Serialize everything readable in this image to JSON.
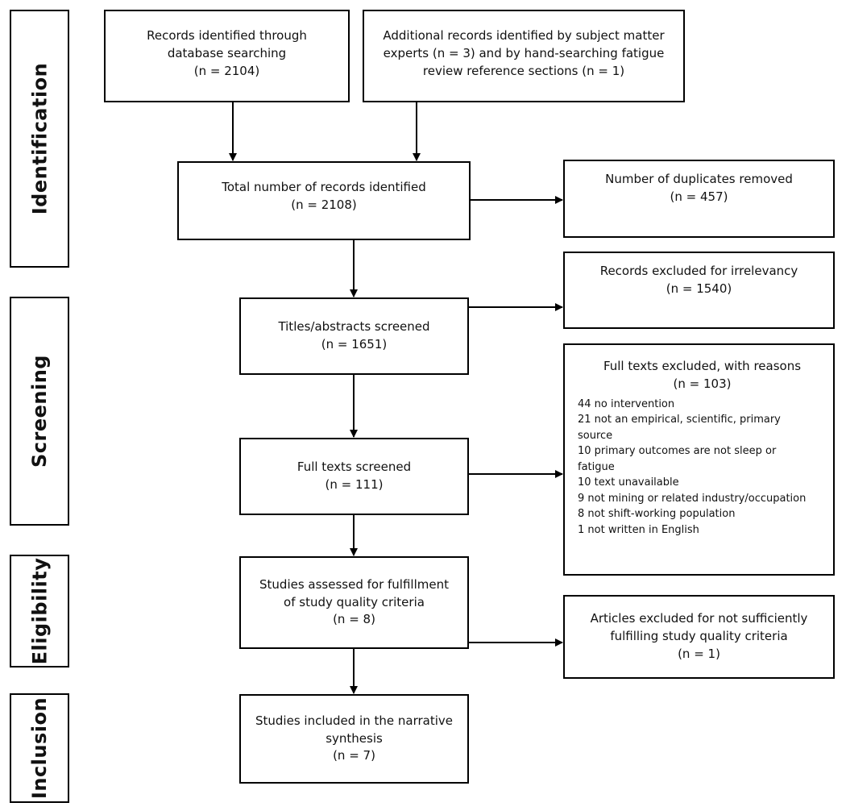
{
  "phases": {
    "identification": "Identification",
    "screening": "Screening",
    "eligibility": "Eligibility",
    "inclusion": "Inclusion"
  },
  "boxes": {
    "database": {
      "lines": [
        "Records identified through",
        "database searching",
        "(n = 2104)"
      ]
    },
    "additional": {
      "lines": [
        "Additional records identified by subject matter",
        "experts (n = 3) and by hand-searching fatigue",
        "review reference sections (n = 1)"
      ]
    },
    "total": {
      "lines": [
        "Total number of records identified",
        "(n = 2108)"
      ]
    },
    "duplicates": {
      "lines": [
        "Number of duplicates removed",
        "(n = 457)"
      ]
    },
    "irrelevant": {
      "lines": [
        "Records excluded for irrelevancy",
        "(n = 1540)"
      ]
    },
    "titles": {
      "lines": [
        "Titles/abstracts screened",
        "(n = 1651)"
      ]
    },
    "fulltext_excluded": {
      "head": [
        "Full texts excluded, with reasons",
        "(n = 103)"
      ],
      "reasons": [
        "44 no intervention",
        "21 not an empirical, scientific, primary",
        "source",
        "10 primary outcomes are not sleep or",
        "fatigue",
        "10 text unavailable",
        "9 not mining or related industry/occupation",
        "8 not shift-working population",
        "1 not written in English"
      ]
    },
    "fulltexts": {
      "lines": [
        "Full texts screened",
        "(n = 111)"
      ]
    },
    "quality": {
      "lines": [
        "Studies assessed for fulfillment",
        "of study quality criteria",
        "(n = 8)"
      ]
    },
    "articles_excluded": {
      "lines": [
        "Articles excluded for not sufficiently",
        "fulfilling study quality criteria",
        "(n = 1)"
      ]
    },
    "included": {
      "lines": [
        "Studies included in the narrative",
        "synthesis",
        "(n = 7)"
      ]
    }
  }
}
